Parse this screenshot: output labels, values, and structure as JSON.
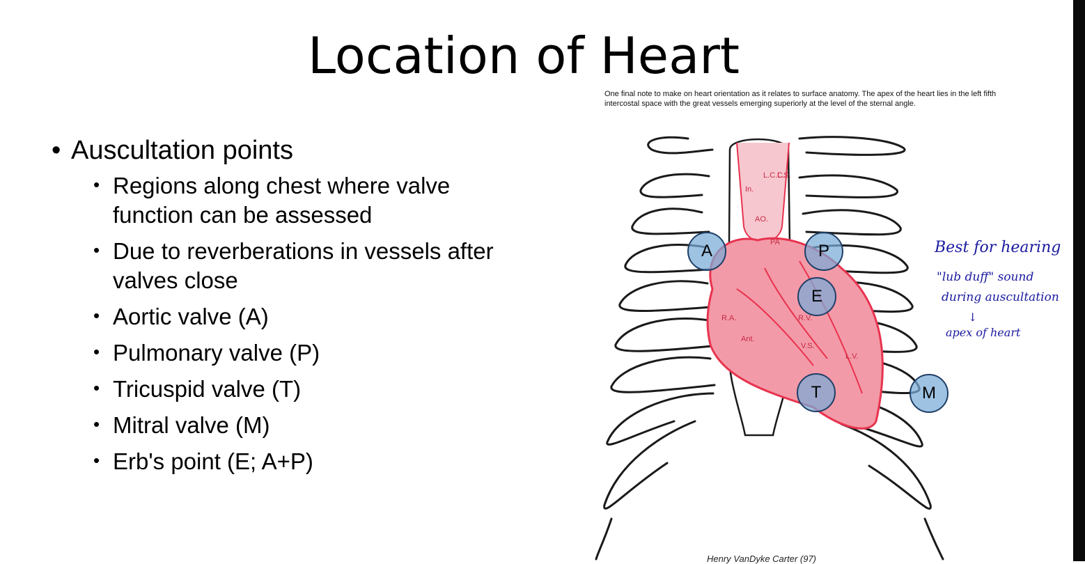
{
  "slide": {
    "title": "Location of Heart",
    "note": "One final note to make on heart orientation as it relates to surface anatomy. The apex of the heart lies in the left fifth intercostal space with the great vessels emerging superiorly at the level of the sternal angle.",
    "bullets": {
      "main": "Auscultation points",
      "sub": [
        "Regions along chest where valve function can be assessed",
        "Due to reverberations in vessels after valves close",
        "Aortic valve (A)",
        "Pulmonary valve (P)",
        "Tricuspid valve (T)",
        "Mitral valve (M)",
        "Erb's point (E; A+P)"
      ]
    }
  },
  "figure": {
    "labels": {
      "innominate": "In.",
      "lcc": "L.C.C.",
      "ls": "L.S.",
      "ao": "AO.",
      "pa": "PA",
      "ra": "R.A.",
      "rv": "R.V.",
      "vs": "V.S.",
      "lv": "L.V.",
      "ant": "Ant."
    },
    "markers": {
      "a": "A",
      "p": "P",
      "e": "E",
      "t": "T",
      "m": "M"
    },
    "caption": "Henry VanDyke Carter (97)"
  },
  "annotations": {
    "line1": "Best for hearing",
    "line2": "\"lub duff\" sound",
    "line3": "during auscultation",
    "arrow": "↓",
    "line4": "apex of heart"
  },
  "colors": {
    "heart_red": "#e8334f",
    "marker_fill": "#78aad7",
    "ink_blue": "#1a1aa0"
  }
}
